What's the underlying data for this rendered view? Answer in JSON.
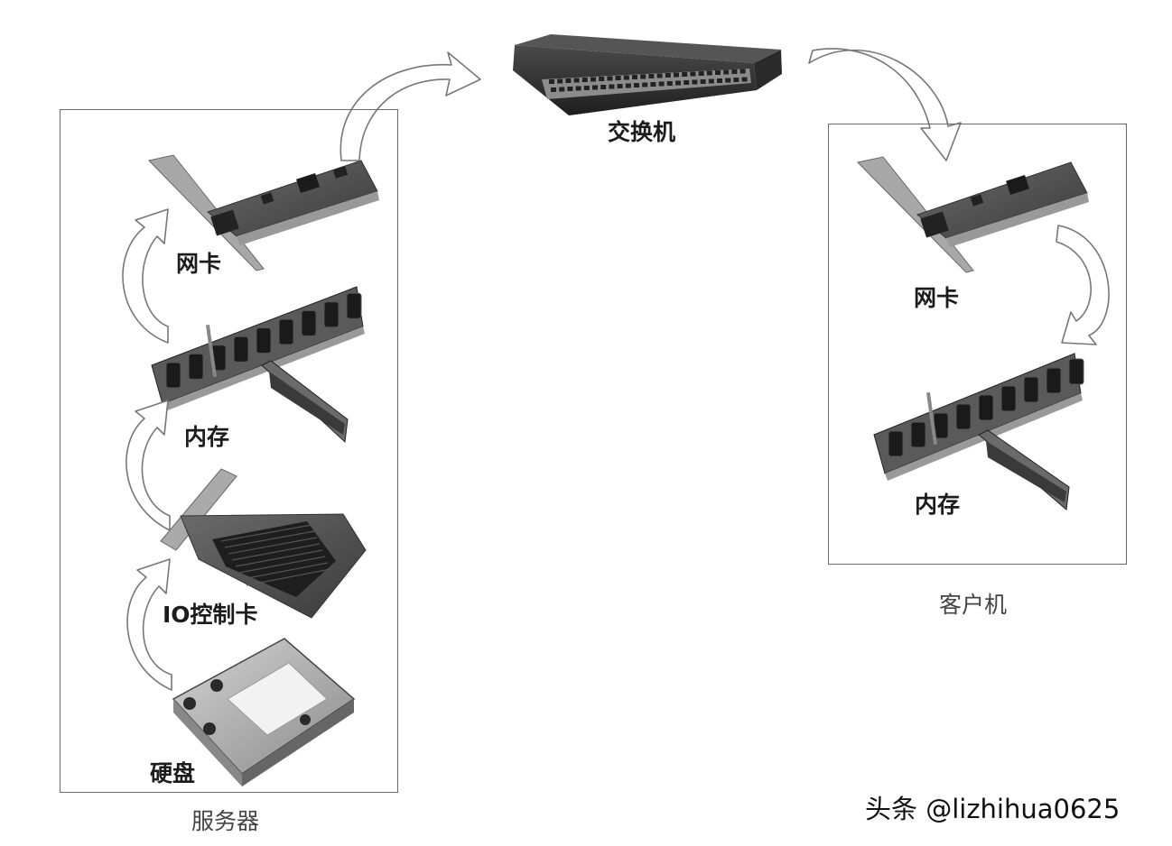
{
  "switch": {
    "label": "交换机"
  },
  "server": {
    "caption": "服务器",
    "components": {
      "nic": "网卡",
      "memory": "内存",
      "io_card": "IO控制卡",
      "disk": "硬盘"
    }
  },
  "client": {
    "caption": "客户机",
    "components": {
      "nic": "网卡",
      "memory": "内存"
    }
  },
  "watermark": "头条 @lizhihua0625",
  "colors": {
    "frame": "#6a6a6a",
    "device": "#3a3a3a",
    "arrow_fill": "#ffffff",
    "arrow_stroke": "#777777"
  }
}
